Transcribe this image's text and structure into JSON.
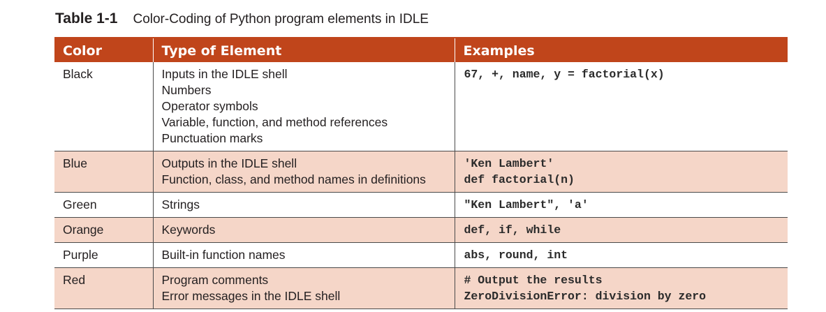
{
  "caption": {
    "number": "Table 1-1",
    "title": "Color-Coding of Python program elements in IDLE"
  },
  "table": {
    "headers": [
      "Color",
      "Type of Element",
      "Examples"
    ],
    "rows": [
      {
        "color": "Black",
        "types": [
          "Inputs in the IDLE shell",
          "Numbers",
          "Operator symbols",
          "Variable, function, and method references",
          "Punctuation marks"
        ],
        "examples": [
          "67, +, name, y = factorial(x)"
        ],
        "shaded": false
      },
      {
        "color": "Blue",
        "types": [
          "Outputs in the IDLE shell",
          "Function, class, and method names in definitions"
        ],
        "examples": [
          "'Ken Lambert'",
          "def factorial(n)"
        ],
        "shaded": true
      },
      {
        "color": "Green",
        "types": [
          "Strings"
        ],
        "examples": [
          "\"Ken Lambert\", 'a'"
        ],
        "shaded": false
      },
      {
        "color": "Orange",
        "types": [
          "Keywords"
        ],
        "examples": [
          "def, if, while"
        ],
        "shaded": true
      },
      {
        "color": "Purple",
        "types": [
          "Built-in function names"
        ],
        "examples": [
          "abs, round, int"
        ],
        "shaded": false
      },
      {
        "color": "Red",
        "types": [
          "Program comments",
          "Error messages in the IDLE shell"
        ],
        "examples": [
          "# Output the results",
          "ZeroDivisionError: division by zero"
        ],
        "shaded": true
      }
    ]
  },
  "colors": {
    "header_bg": "#c0451b",
    "shaded_row_bg": "#f5d6c8"
  }
}
